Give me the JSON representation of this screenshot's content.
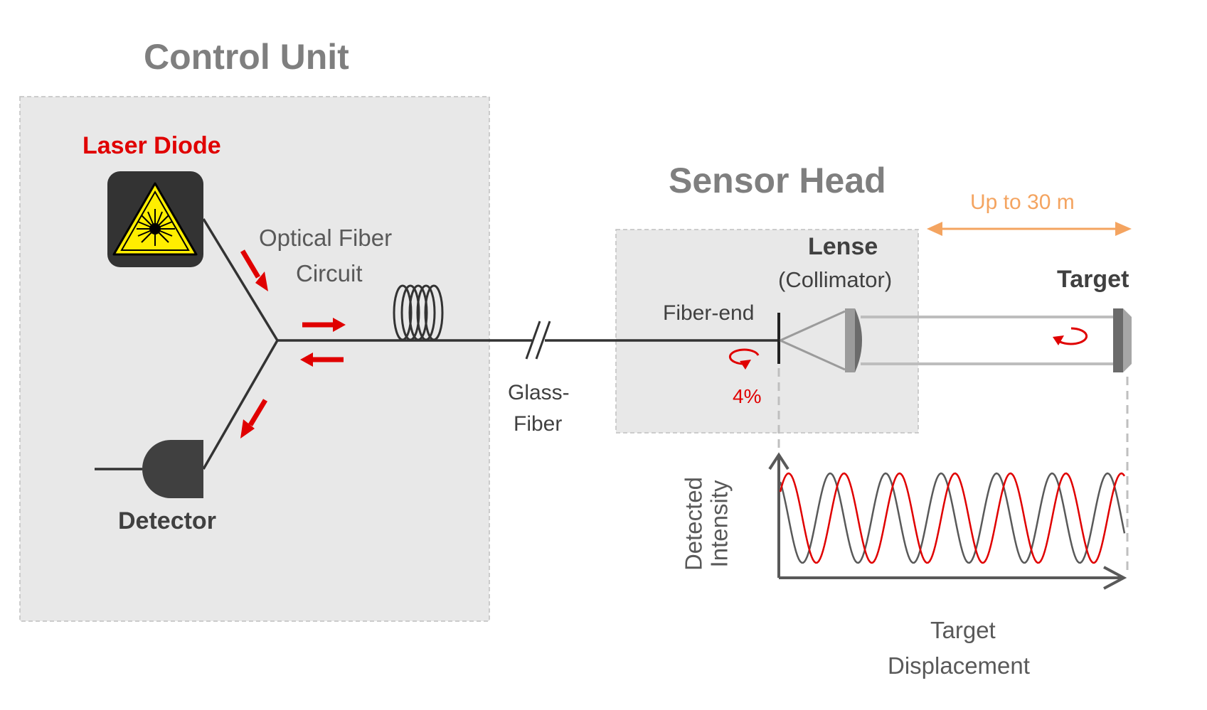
{
  "control_unit": {
    "title": "Control Unit",
    "laser_label": "Laser Diode",
    "circuit_label_line1": "Optical Fiber",
    "circuit_label_line2": "Circuit",
    "detector_label": "Detector"
  },
  "fiber": {
    "label_line1": "Glass-",
    "label_line2": "Fiber"
  },
  "sensor_head": {
    "title": "Sensor Head",
    "fiber_end_label": "Fiber-end",
    "reflection_percent": "4%",
    "lens_label": "Lense",
    "lens_sublabel": "(Collimator)"
  },
  "target": {
    "label": "Target",
    "range_label": "Up to 30 m"
  },
  "plot": {
    "ylabel_line1": "Detected",
    "ylabel_line2": "Intensity",
    "xlabel_line1": "Target",
    "xlabel_line2": "Displacement"
  },
  "colors": {
    "box_fill": "#e8e8e8",
    "box_border": "#bfbfbf",
    "fiber": "#333333",
    "arrow_red": "#e00000",
    "range_orange": "#f4a460",
    "wave_gray": "#595959",
    "wave_red": "#e00000"
  },
  "icons": [
    "laser-warning-icon",
    "detector-icon",
    "fiber-coil-icon",
    "lens-icon",
    "target-mirror-icon"
  ]
}
